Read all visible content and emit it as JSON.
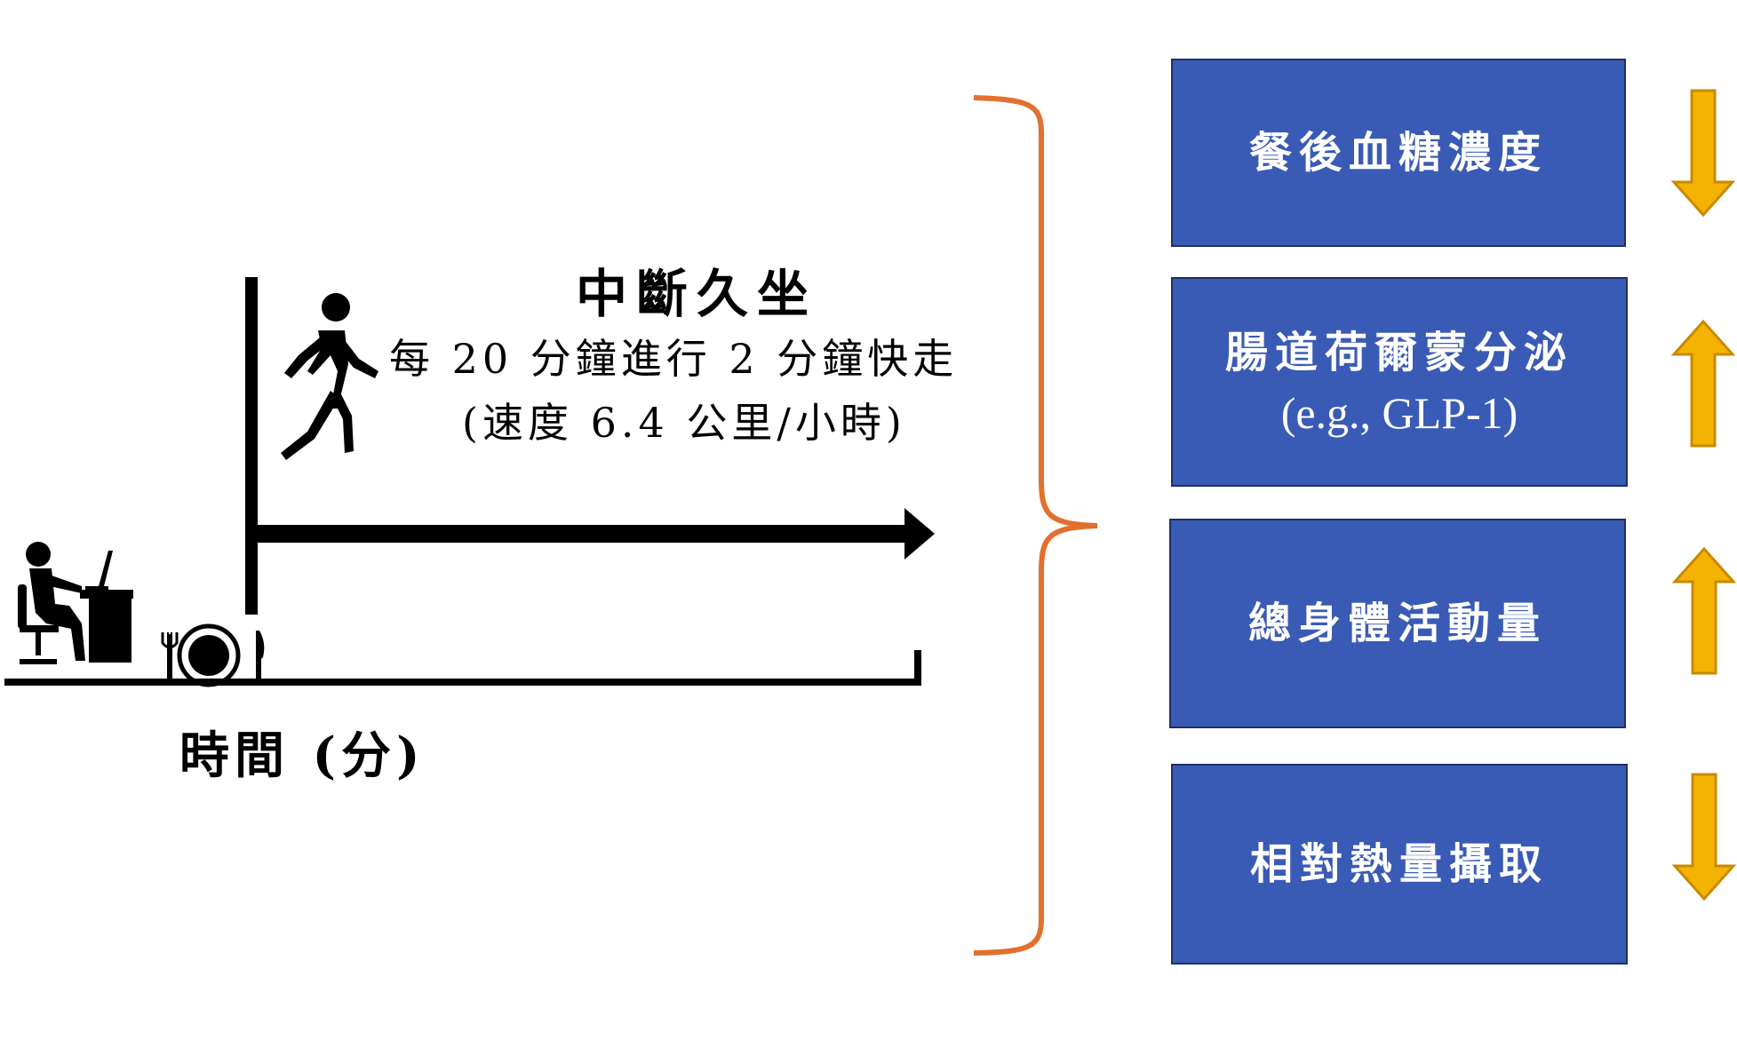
{
  "diagram": {
    "title": "中斷久坐",
    "subtitle_line1": "每 20 分鐘進行 2 分鐘快走",
    "subtitle_line2": "(速度 6.4 公里/小時)",
    "axis_label": "時間 (分)",
    "colors": {
      "box_fill": "#3a5bb5",
      "box_border": "#1e2f63",
      "brace": "#e2702e",
      "arrow_fill": "#f5b301",
      "arrow_stroke": "#c88a00",
      "ink": "#000000"
    },
    "icons": [
      "person-at-desk-icon",
      "plate-fork-knife-icon",
      "walking-person-icon"
    ],
    "outcomes": [
      {
        "label": "餐後血糖濃度",
        "sublabel": "",
        "direction": "down"
      },
      {
        "label": "腸道荷爾蒙分泌",
        "sublabel": "(e.g., GLP-1)",
        "direction": "up"
      },
      {
        "label": "總身體活動量",
        "sublabel": "",
        "direction": "up"
      },
      {
        "label": "相對熱量攝取",
        "sublabel": "",
        "direction": "down"
      }
    ]
  }
}
